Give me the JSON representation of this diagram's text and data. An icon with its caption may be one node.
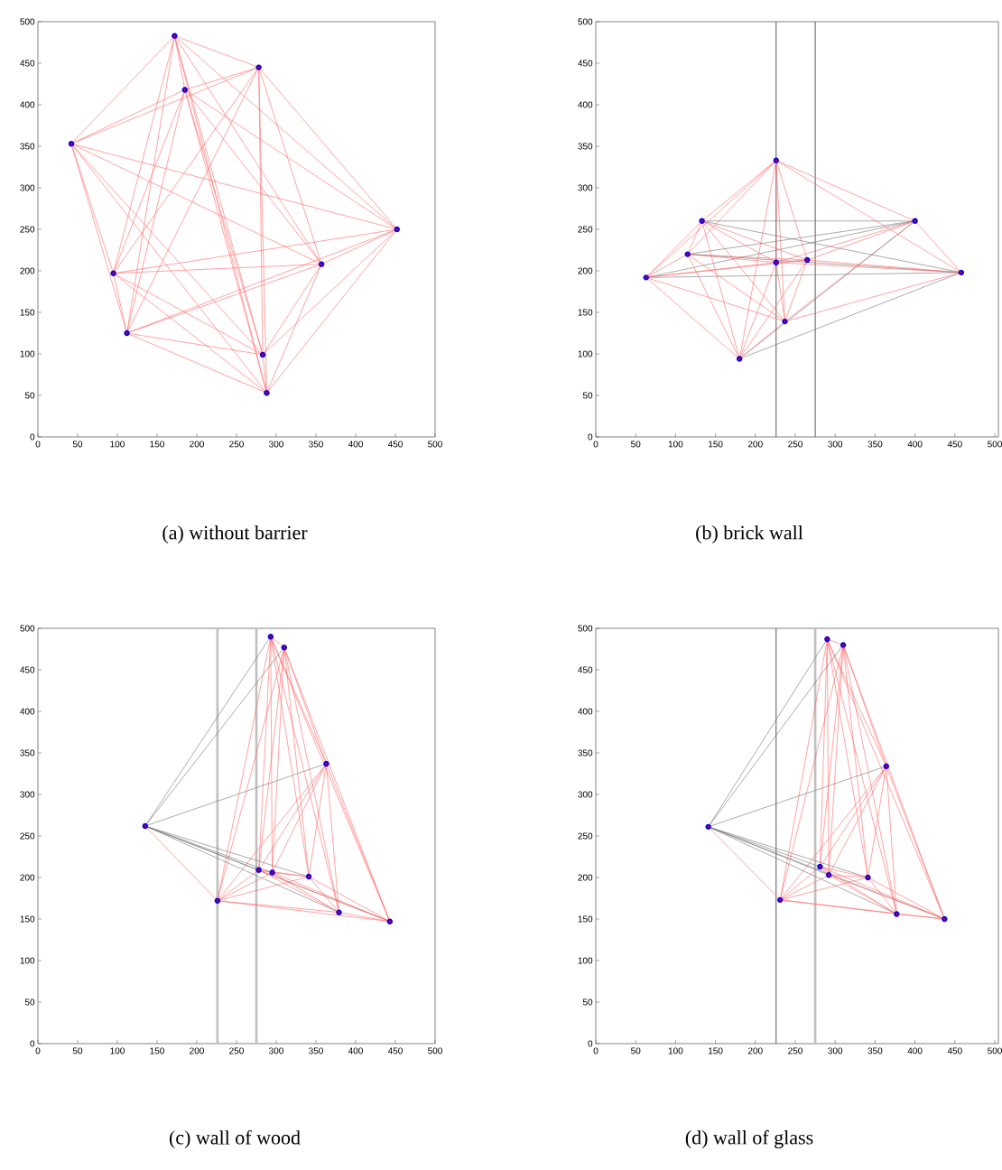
{
  "diagram": {
    "labels": [
      "0",
      "50",
      "100",
      "150",
      "200",
      "250",
      "300",
      "350",
      "400",
      "450",
      "500",
      "0",
      "50",
      "100",
      "150",
      "200",
      "250",
      "300",
      "350",
      "400",
      "450",
      "500",
      "(a) without barrier",
      "0",
      "50",
      "100",
      "150",
      "200",
      "250",
      "300",
      "350",
      "400",
      "450",
      "500",
      "0",
      "50",
      "100",
      "150",
      "200",
      "250",
      "300",
      "350",
      "400",
      "450",
      "500",
      "(b) brick wall",
      "0",
      "50",
      "100",
      "150",
      "200",
      "250",
      "300",
      "350",
      "400",
      "450",
      "500",
      "0",
      "50",
      "100",
      "150",
      "200",
      "250",
      "300",
      "350",
      "400",
      "450",
      "500",
      "(c) wall of wood",
      "0",
      "50",
      "100",
      "150",
      "200",
      "250",
      "300",
      "350",
      "400",
      "450",
      "500",
      "0",
      "50",
      "100",
      "150",
      "200",
      "250",
      "300",
      "350",
      "400",
      "450",
      "500",
      "(d) wall of glass"
    ]
  }
}
